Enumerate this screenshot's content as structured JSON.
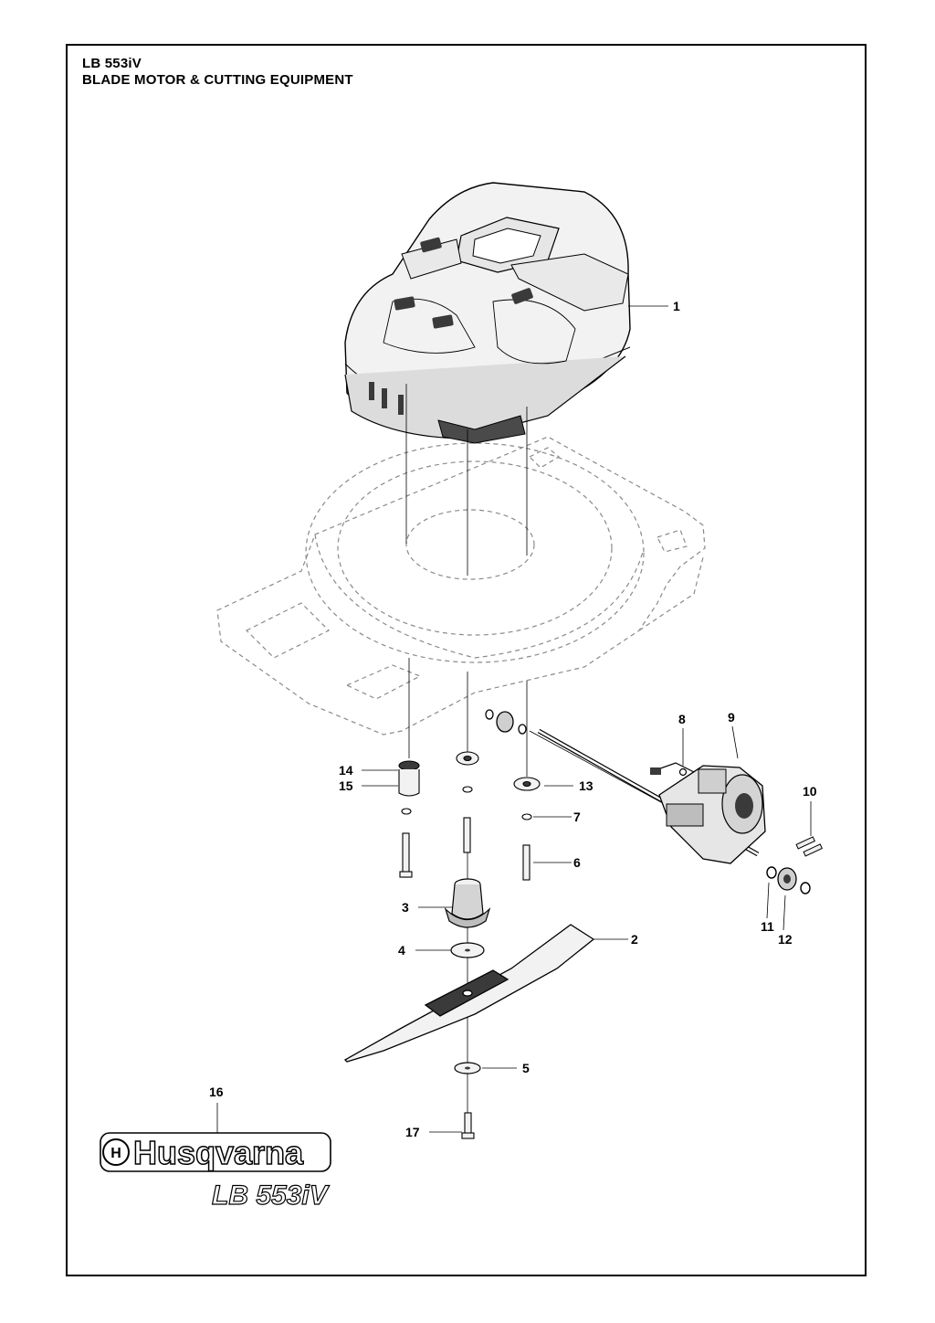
{
  "header": {
    "model": "LB 553iV",
    "section": "BLADE MOTOR & CUTTING EQUIPMENT"
  },
  "callouts": [
    "1",
    "2",
    "3",
    "4",
    "5",
    "6",
    "7",
    "8",
    "9",
    "10",
    "11",
    "12",
    "13",
    "14",
    "15",
    "16",
    "17"
  ],
  "logo": {
    "brand": "Husqvarna",
    "model_badge": "LB 553iV"
  },
  "colors": {
    "line": "#000000",
    "dashed": "#8a8a8a",
    "part_fill": "#f2f2f2",
    "part_dark": "#3a3a3a"
  }
}
